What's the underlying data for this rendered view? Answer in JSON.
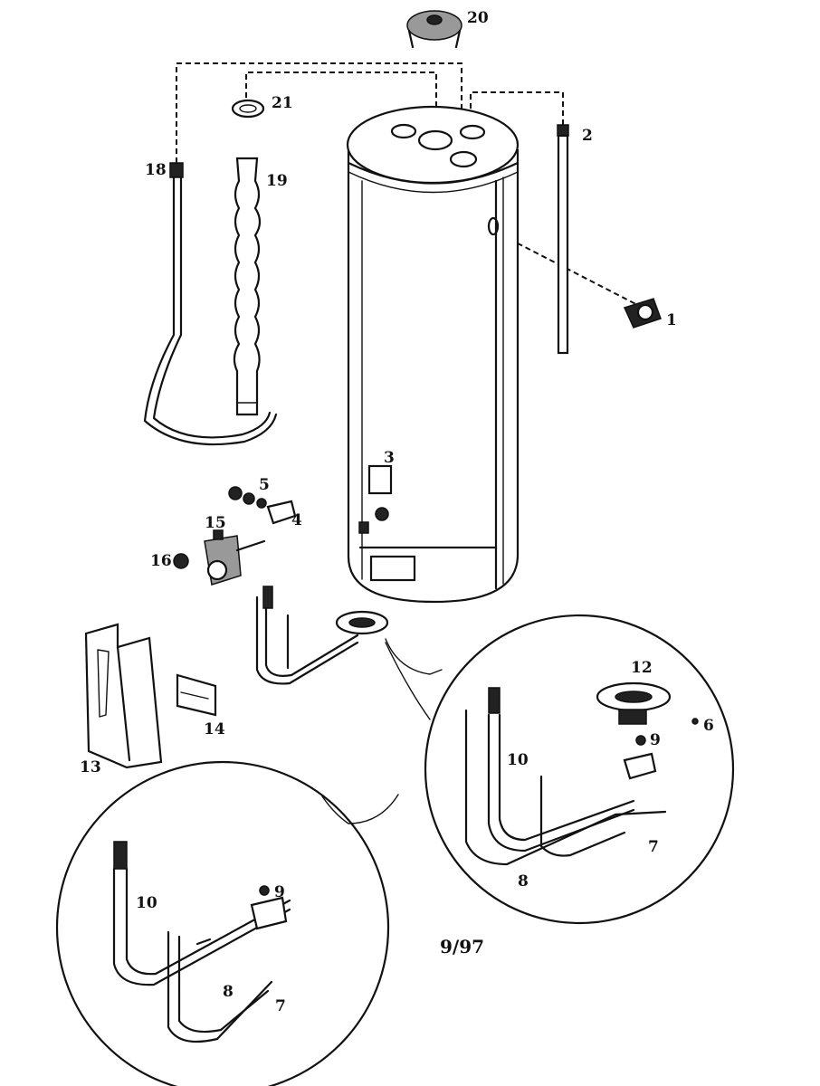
{
  "labels": {
    "p1": "1",
    "p2": "2",
    "p3": "3",
    "p4": "4",
    "p5": "5",
    "p6": "6",
    "p7a": "7",
    "p7b": "7",
    "p8a": "8",
    "p8b": "8",
    "p9a": "9",
    "p9b": "9",
    "p10a": "10",
    "p10b": "10",
    "p12": "12",
    "p13": "13",
    "p14": "14",
    "p15": "15",
    "p16": "16",
    "p18": "18",
    "p19": "19",
    "p20": "20",
    "p21": "21"
  },
  "date_code": "9/97"
}
